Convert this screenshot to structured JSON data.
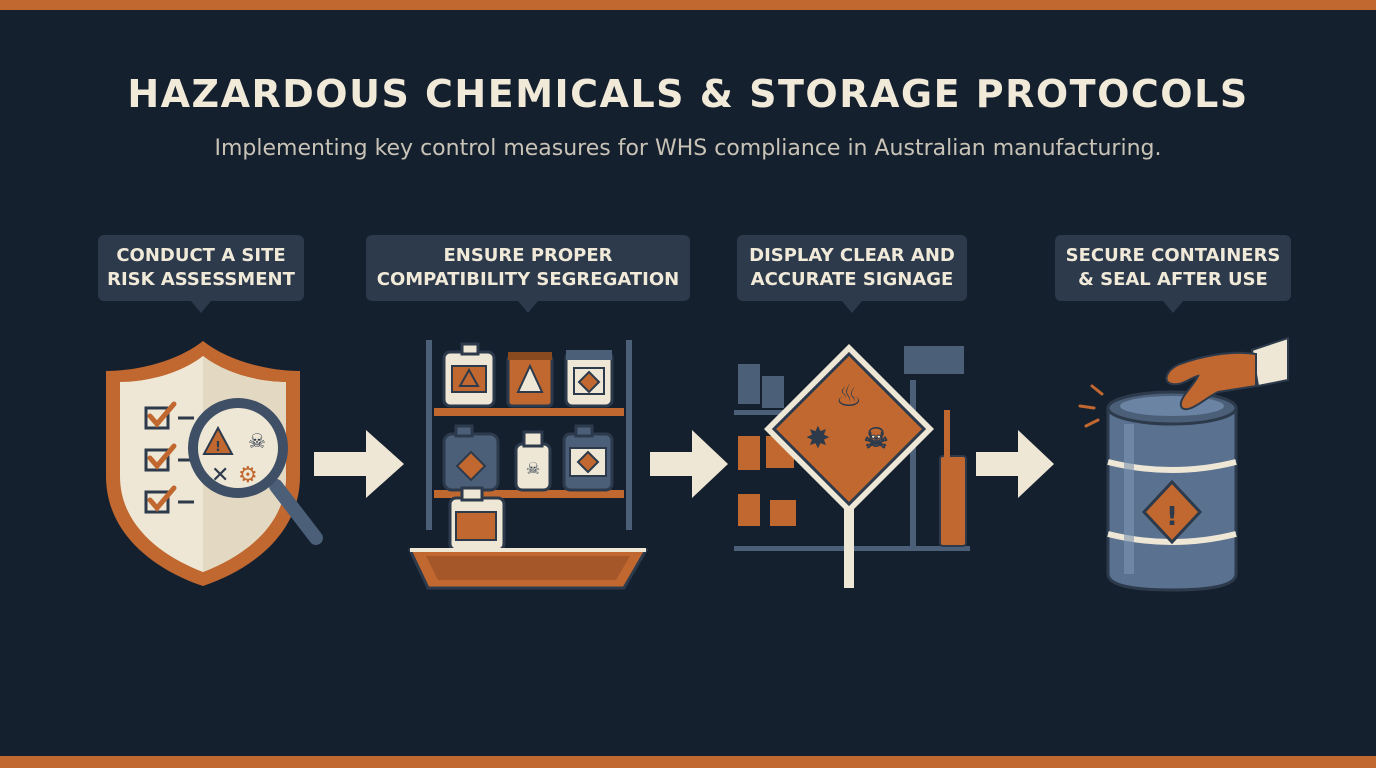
{
  "header": {
    "title": "HAZARDOUS CHEMICALS & STORAGE PROTOCOLS",
    "subtitle": "Implementing key control measures for WHS compliance in Australian manufacturing."
  },
  "steps": [
    {
      "line1": "CONDUCT A SITE",
      "line2": "RISK ASSESSMENT",
      "icon": "shield-checklist-magnifier"
    },
    {
      "line1": "ENSURE PROPER",
      "line2": "COMPATIBILITY SEGREGATION",
      "icon": "chemical-shelf"
    },
    {
      "line1": "DISPLAY CLEAR AND",
      "line2": "ACCURATE SIGNAGE",
      "icon": "hazard-sign"
    },
    {
      "line1": "SECURE CONTAINERS",
      "line2": "& SEAL AFTER USE",
      "icon": "sealed-drum"
    }
  ],
  "colors": {
    "background": "#15202f",
    "accent": "#c0682f",
    "callout": "#2c3a4c",
    "cream": "#f1ead9",
    "steel": "#5a7290"
  }
}
